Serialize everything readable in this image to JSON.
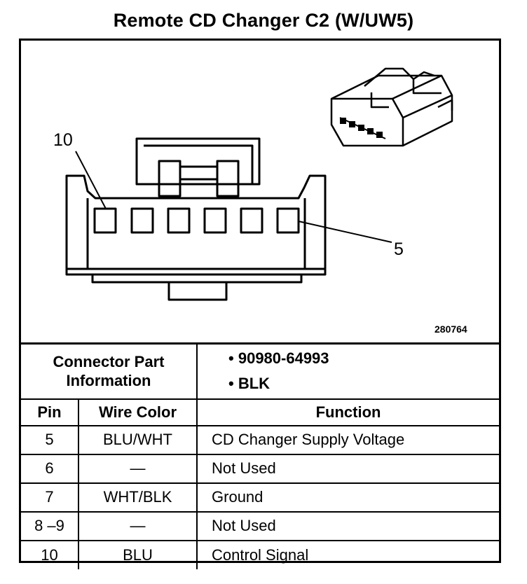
{
  "title": "Remote CD Changer C2 (W/UW5)",
  "diagram": {
    "ref_code": "280764",
    "callout_left": "10",
    "callout_right": "5",
    "icons": [
      "connector-front-view-drawing",
      "connector-isometric-drawing"
    ]
  },
  "connector_info": {
    "label_line1": "Connector Part",
    "label_line2": "Information",
    "items": [
      "90980-64993",
      "BLK"
    ]
  },
  "table": {
    "headers": {
      "pin": "Pin",
      "wire_color": "Wire Color",
      "function": "Function"
    },
    "rows": [
      {
        "pin": "5",
        "wire_color": "BLU/WHT",
        "function": "CD Changer Supply Voltage"
      },
      {
        "pin": "6",
        "wire_color": "—",
        "function": "Not Used"
      },
      {
        "pin": "7",
        "wire_color": "WHT/BLK",
        "function": "Ground"
      },
      {
        "pin": "8 –9",
        "wire_color": "—",
        "function": "Not Used"
      },
      {
        "pin": "10",
        "wire_color": "BLU",
        "function": "Control Signal"
      }
    ]
  }
}
